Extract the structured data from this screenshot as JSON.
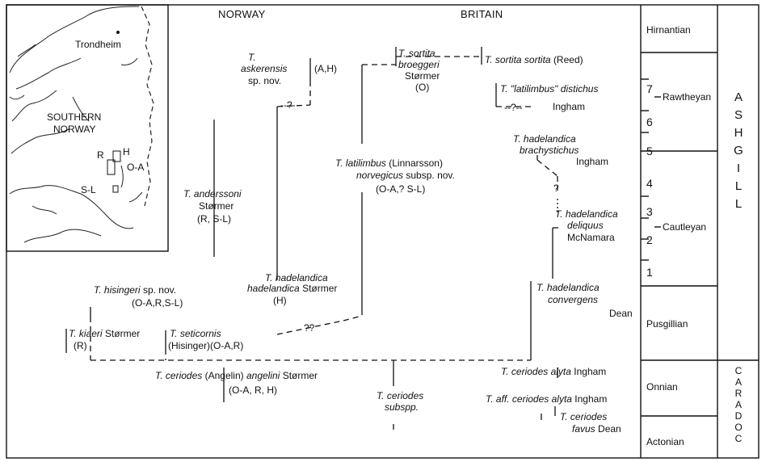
{
  "headings": {
    "left": "NORWAY",
    "right": "BRITAIN"
  },
  "map": {
    "trondheim": "Trondheim",
    "region_line1": "SOUTHERN",
    "region_line2": "NORWAY",
    "area_r": "R",
    "area_h": "H",
    "area_oa": "O-A",
    "area_sl": "S-L"
  },
  "taxa": {
    "askerensis": {
      "genus": "T.",
      "species": "askerensis",
      "suffix": "sp. nov.",
      "areas": "(A,H)"
    },
    "sortita_broeggeri": {
      "name": "T. sortita",
      "sub": "broeggeri",
      "author": "Størmer",
      "area": "(O)"
    },
    "sortita_sortita": {
      "name": "T. sortita sortita",
      "author": "(Reed)"
    },
    "distichus": {
      "name": "T. \"latilimbus\" distichus",
      "author": "Ingham"
    },
    "brachystichus": {
      "name": "T. hadelandica",
      "sub": "brachystichus",
      "author": "Ingham"
    },
    "latilimbus": {
      "name": "T. latilimbus",
      "author": "(Linnarsson)",
      "sub": "norvegicus",
      "suffix": "subsp. nov.",
      "areas": "(O-A,? S-L)"
    },
    "anderssoni": {
      "name": "T. anderssoni",
      "author": "Størmer",
      "areas": "(R, S-L)"
    },
    "deliquus": {
      "name": "T. hadelandica",
      "sub": "deliquus",
      "author": "McNamara"
    },
    "hadelandica": {
      "name": "T. hadelandica",
      "sub": "hadelandica",
      "author": "Størmer",
      "area": "(H)"
    },
    "convergens": {
      "name": "T. hadelandica",
      "sub": "convergens",
      "author": "Dean"
    },
    "hisingeri": {
      "name": "T. hisingeri",
      "suffix": "sp. nov.",
      "areas": "(O-A,R,S-L)"
    },
    "kiaeri": {
      "name": "T. kiaeri",
      "author": "Størmer",
      "area": "(R)"
    },
    "seticornis": {
      "name": "T. seticornis",
      "author": "(Hisinger)",
      "areas": "(O-A,R)"
    },
    "angelini": {
      "name": "T. ceriodes",
      "author": "(Angelin)",
      "sub": "angelini",
      "author2": "Størmer",
      "areas": "(O-A, R, H)"
    },
    "ceriodes_subspp": {
      "name": "T. ceriodes",
      "sub": "subspp."
    },
    "alyta": {
      "name": "T. ceriodes alyta",
      "author": "Ingham"
    },
    "aff_alyta": {
      "name": "T. aff. ceriodes alyta",
      "author": "Ingham"
    },
    "favus": {
      "name": "T. ceriodes",
      "sub": "favus",
      "author": "Dean"
    }
  },
  "question_marks": {
    "q1": "--?-",
    "q2": "--?--",
    "q3": "?",
    "q4": "??"
  },
  "stratigraphy": {
    "stages": [
      "Hirnantian",
      "Rawtheyan",
      "Cautleyan",
      "Pusgillian",
      "Onnian",
      "Actonian"
    ],
    "zones": [
      "7",
      "6",
      "5",
      "4",
      "3",
      "2",
      "1"
    ],
    "series": [
      "ASHGILL",
      "CARADOC"
    ]
  }
}
